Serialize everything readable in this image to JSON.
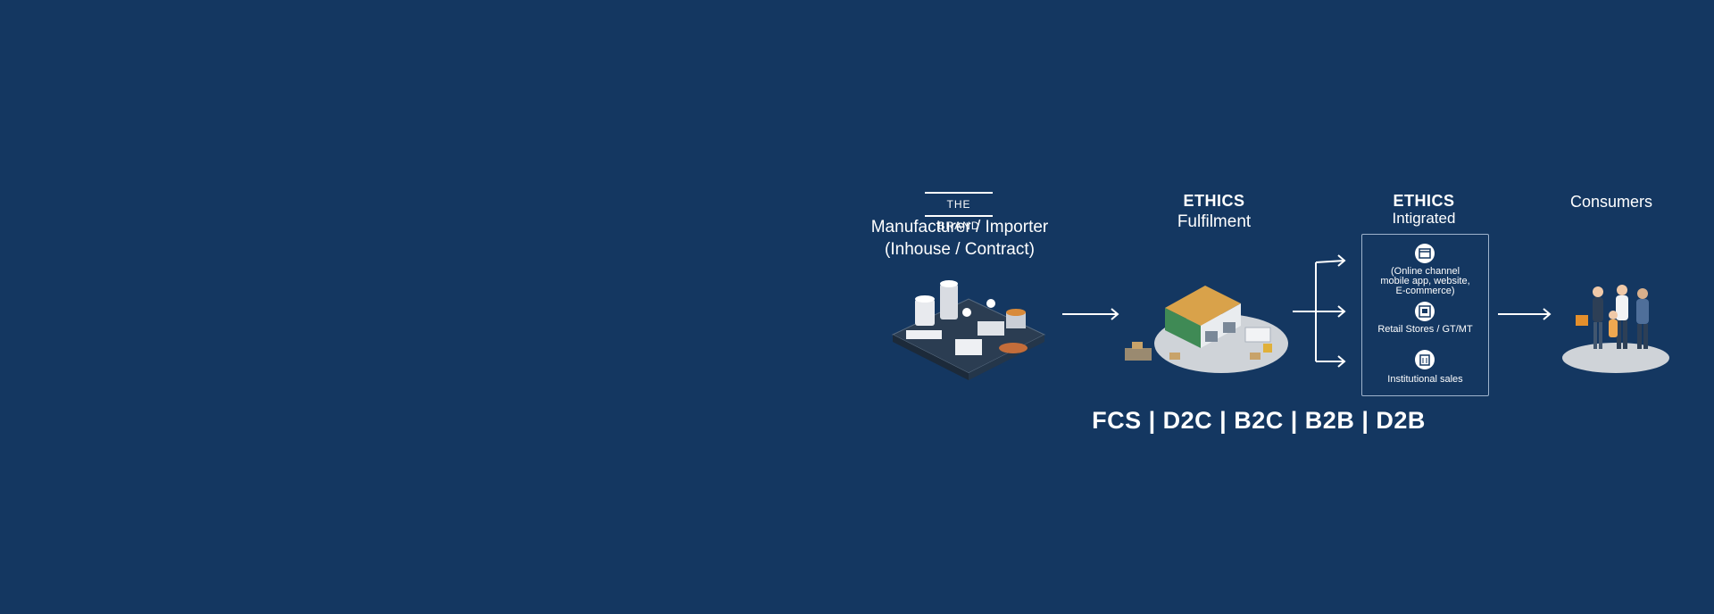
{
  "brand": {
    "tag": "THE BRAND",
    "title": "Manufacturer / Importer",
    "subtitle": "(Inhouse / Contract)"
  },
  "fulfilment": {
    "brand": "ETHICS",
    "title": "Fulfilment"
  },
  "integrated": {
    "brand": "ETHICS",
    "title": "Intigrated",
    "channels": [
      {
        "icon": "shop-icon",
        "lines": [
          "(Online channel",
          "mobile app, website,",
          "E-commerce)"
        ]
      },
      {
        "icon": "store-icon",
        "lines": [
          "Retail Stores / GT/MT"
        ]
      },
      {
        "icon": "building-icon",
        "lines": [
          "Institutional sales"
        ]
      }
    ]
  },
  "consumers": {
    "title": "Consumers"
  },
  "channels_line": "FCS | D2C | B2C | B2B | D2B",
  "colors": {
    "background": "#143761",
    "text": "#ffffff",
    "platform": "#cfd3d8"
  }
}
